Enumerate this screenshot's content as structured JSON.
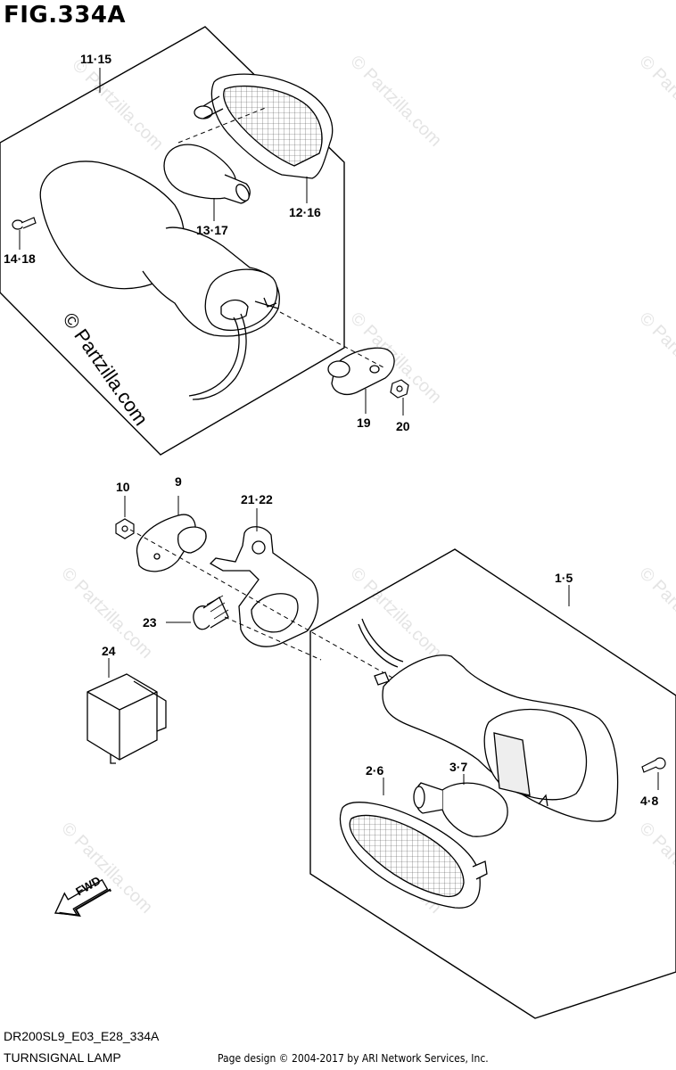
{
  "figure": {
    "title": "FIG.334A",
    "code": "DR200SL9_E03_E28_334A",
    "name": "TURNSIGNAL LAMP",
    "credit": "Page design © 2004-2017 by ARI Network Services, Inc."
  },
  "watermark": {
    "text": "© Partzilla.com",
    "large_text": "© Partzilla.com"
  },
  "direction_arrow": {
    "label": "FWD"
  },
  "callouts": [
    {
      "id": "c1",
      "label": "11·15"
    },
    {
      "id": "c2",
      "label": "12·16"
    },
    {
      "id": "c3",
      "label": "13·17"
    },
    {
      "id": "c4",
      "label": "14·18"
    },
    {
      "id": "c5",
      "label": "19"
    },
    {
      "id": "c6",
      "label": "20"
    },
    {
      "id": "c7",
      "label": "10"
    },
    {
      "id": "c8",
      "label": "9"
    },
    {
      "id": "c9",
      "label": "21·22"
    },
    {
      "id": "c10",
      "label": "23"
    },
    {
      "id": "c11",
      "label": "24"
    },
    {
      "id": "c12",
      "label": "1·5"
    },
    {
      "id": "c13",
      "label": "2·6"
    },
    {
      "id": "c14",
      "label": "3·7"
    },
    {
      "id": "c15",
      "label": "4·8"
    }
  ]
}
